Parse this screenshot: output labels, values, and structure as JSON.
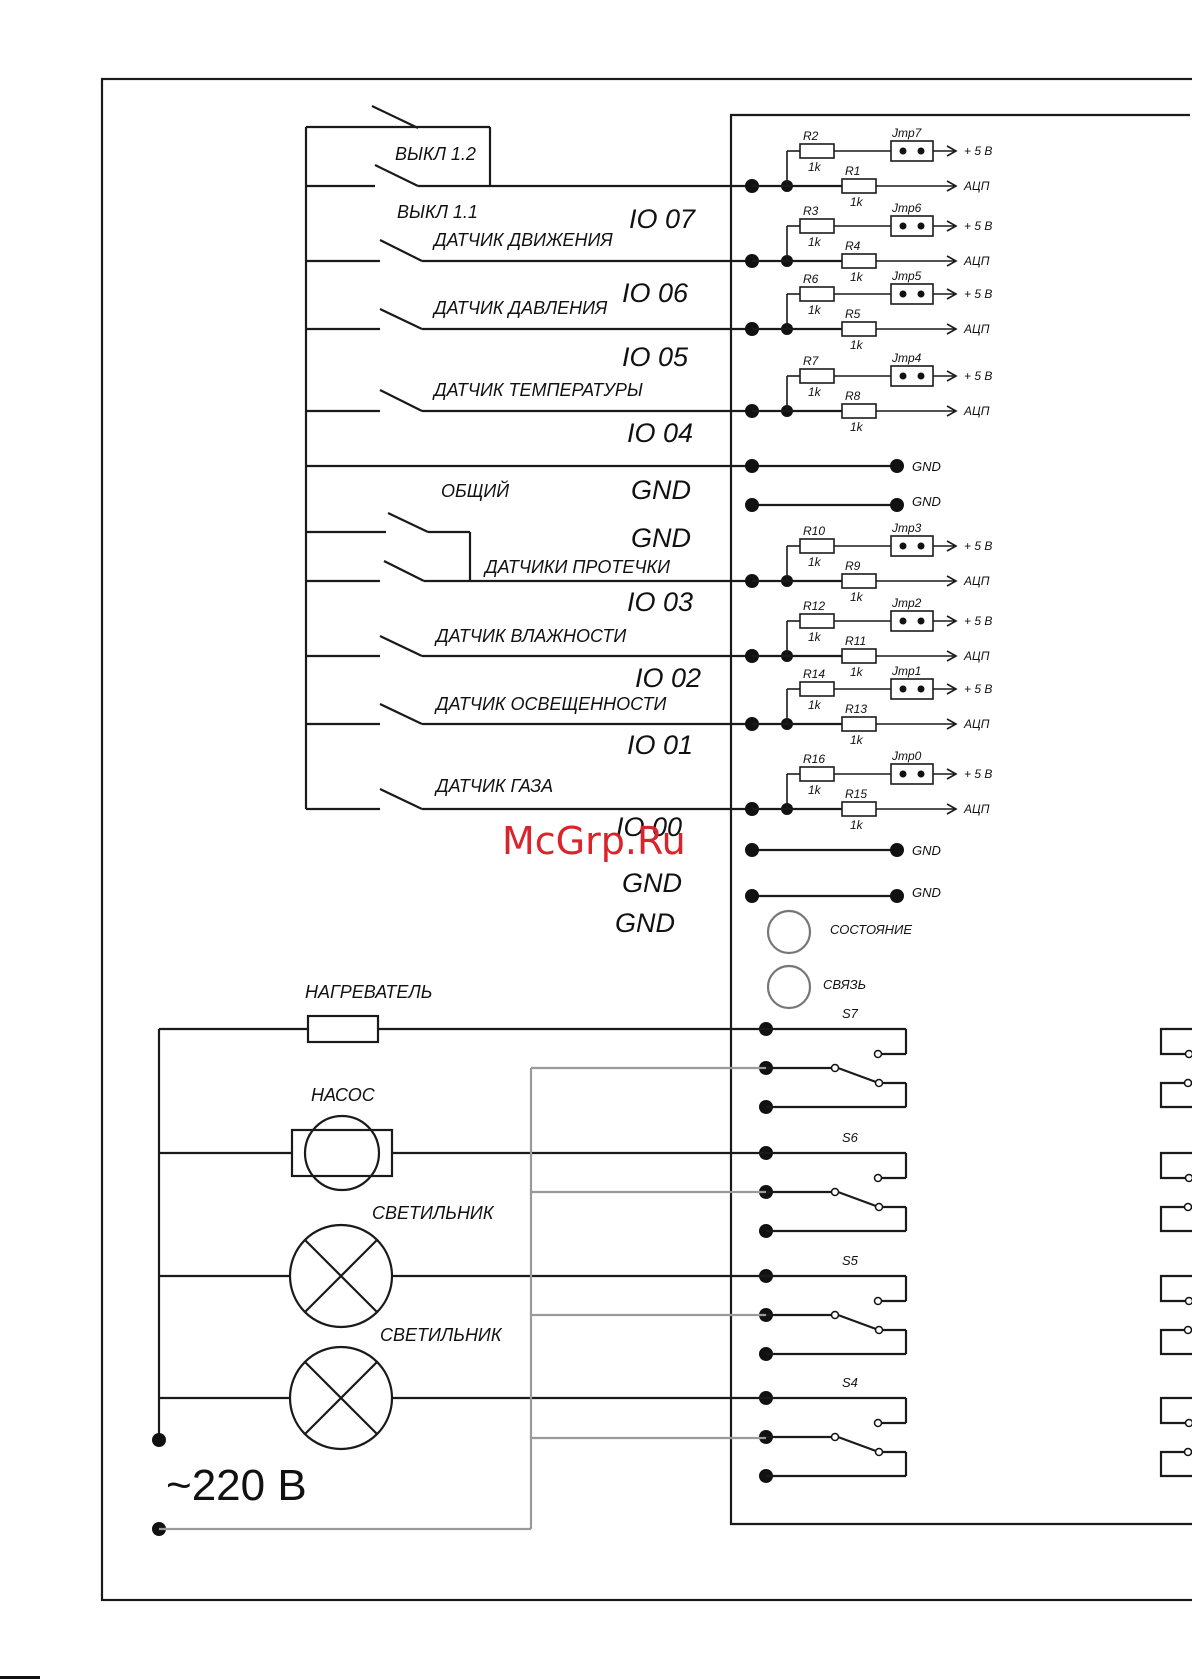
{
  "switch_labels": {
    "vykl12": "ВЫКЛ 1.2",
    "vykl11": "ВЫКЛ 1.1",
    "motion": "ДАТЧИК ДВИЖЕНИЯ",
    "pressure": "ДАТЧИК ДАВЛЕНИЯ",
    "temperature": "ДАТЧИК ТЕМПЕРАТУРЫ",
    "common": "ОБЩИЙ",
    "leak": "ДАТЧИКИ ПРОТЕЧКИ",
    "humidity": "ДАТЧИК ВЛАЖНОСТИ",
    "light": "ДАТЧИК ОСВЕЩЕННОСТИ",
    "gas": "ДАТЧИК ГАЗА"
  },
  "io_labels": [
    "IO 07",
    "IO 06",
    "IO 05",
    "IO 04",
    "GND",
    "GND",
    "IO 03",
    "IO 02",
    "IO 01",
    "IO 00",
    "GND",
    "GND"
  ],
  "channels": [
    {
      "r_top": "R2",
      "r_bottom": "R1",
      "jumper": "Jmp7"
    },
    {
      "r_top": "R3",
      "r_bottom": "R4",
      "jumper": "Jmp6"
    },
    {
      "r_top": "R6",
      "r_bottom": "R5",
      "jumper": "Jmp5"
    },
    {
      "r_top": "R7",
      "r_bottom": "R8",
      "jumper": "Jmp4"
    },
    {
      "r_top": "R10",
      "r_bottom": "R9",
      "jumper": "Jmp3"
    },
    {
      "r_top": "R12",
      "r_bottom": "R11",
      "jumper": "Jmp2"
    },
    {
      "r_top": "R14",
      "r_bottom": "R13",
      "jumper": "Jmp1"
    },
    {
      "r_top": "R16",
      "r_bottom": "R15",
      "jumper": "Jmp0"
    }
  ],
  "resistor_value": "1k",
  "supply_label": "+ 5 В",
  "adc_label": "АЦП",
  "gnd_label": "GND",
  "leds": {
    "state": "СОСТОЯНИЕ",
    "link": "СВЯЗЬ"
  },
  "loads": {
    "heater": "НАГРЕВАТЕЛЬ",
    "pump": "НАСОС",
    "lamp1": "СВЕТИЛЬНИК",
    "lamp2": "СВЕТИЛЬНИК"
  },
  "relays": [
    "S7",
    "S6",
    "S5",
    "S4"
  ],
  "mains": "~220 В",
  "watermark": "McGrp.Ru"
}
